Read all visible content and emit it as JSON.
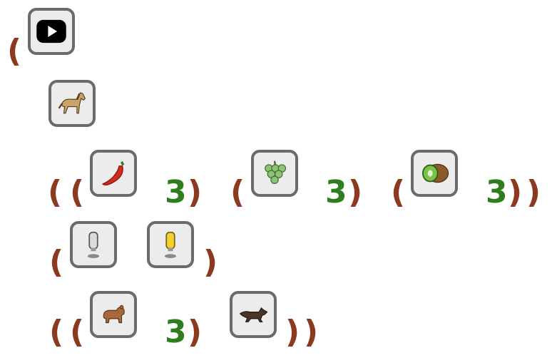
{
  "paren_open": "(",
  "paren_close": ")",
  "expression": {
    "wrapper_icon": "play-button-icon",
    "header_icon": "horse-icon",
    "produce_group": [
      {
        "icon": "chili-pepper-icon",
        "count": "3"
      },
      {
        "icon": "grapes-icon",
        "count": "3"
      },
      {
        "icon": "kiwi-icon",
        "count": "3"
      }
    ],
    "bulb_group": [
      "silver-bulb-icon",
      "gold-bulb-icon"
    ],
    "animal_group": [
      {
        "icon": "bear-cub-icon",
        "count": "3"
      },
      {
        "icon": "wolf-icon"
      }
    ]
  },
  "colors": {
    "paren": "#8b3a20",
    "number": "#2e7d1e",
    "tile_border": "#6b6b6b",
    "tile_bg": "#ececec"
  }
}
